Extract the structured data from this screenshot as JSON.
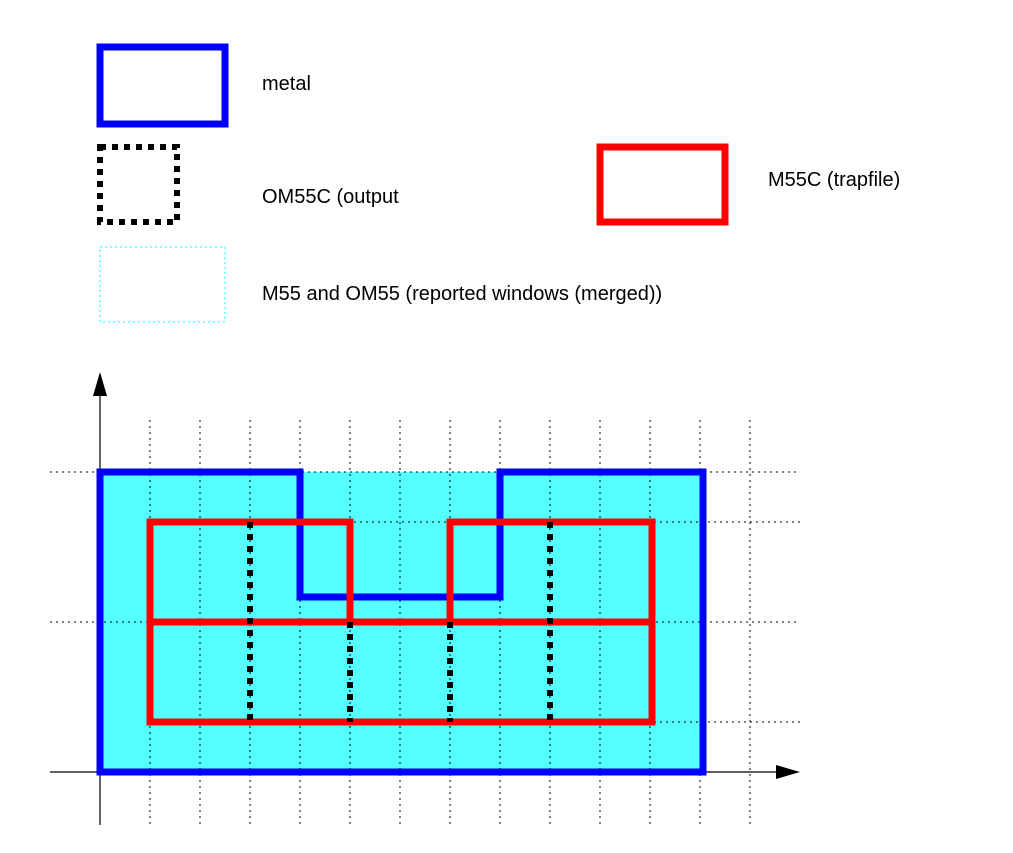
{
  "legend": {
    "metal": {
      "label": "metal",
      "color": "#0000ff",
      "style": "solid-thick"
    },
    "output": {
      "label": "OM55C (output",
      "color": "#000000",
      "style": "dotted-thick"
    },
    "trapfile": {
      "label": "M55C (trapfile)",
      "color": "#ff0000",
      "style": "solid-thick"
    },
    "windows": {
      "label": "M55 and OM55 (reported windows (merged))",
      "color": "#00ffff",
      "fill": "#55ffff",
      "style": "dotted-thin"
    }
  },
  "axes": {
    "x_arrow": "right",
    "y_arrow": "up",
    "grid": true,
    "grid_color": "#000000"
  }
}
